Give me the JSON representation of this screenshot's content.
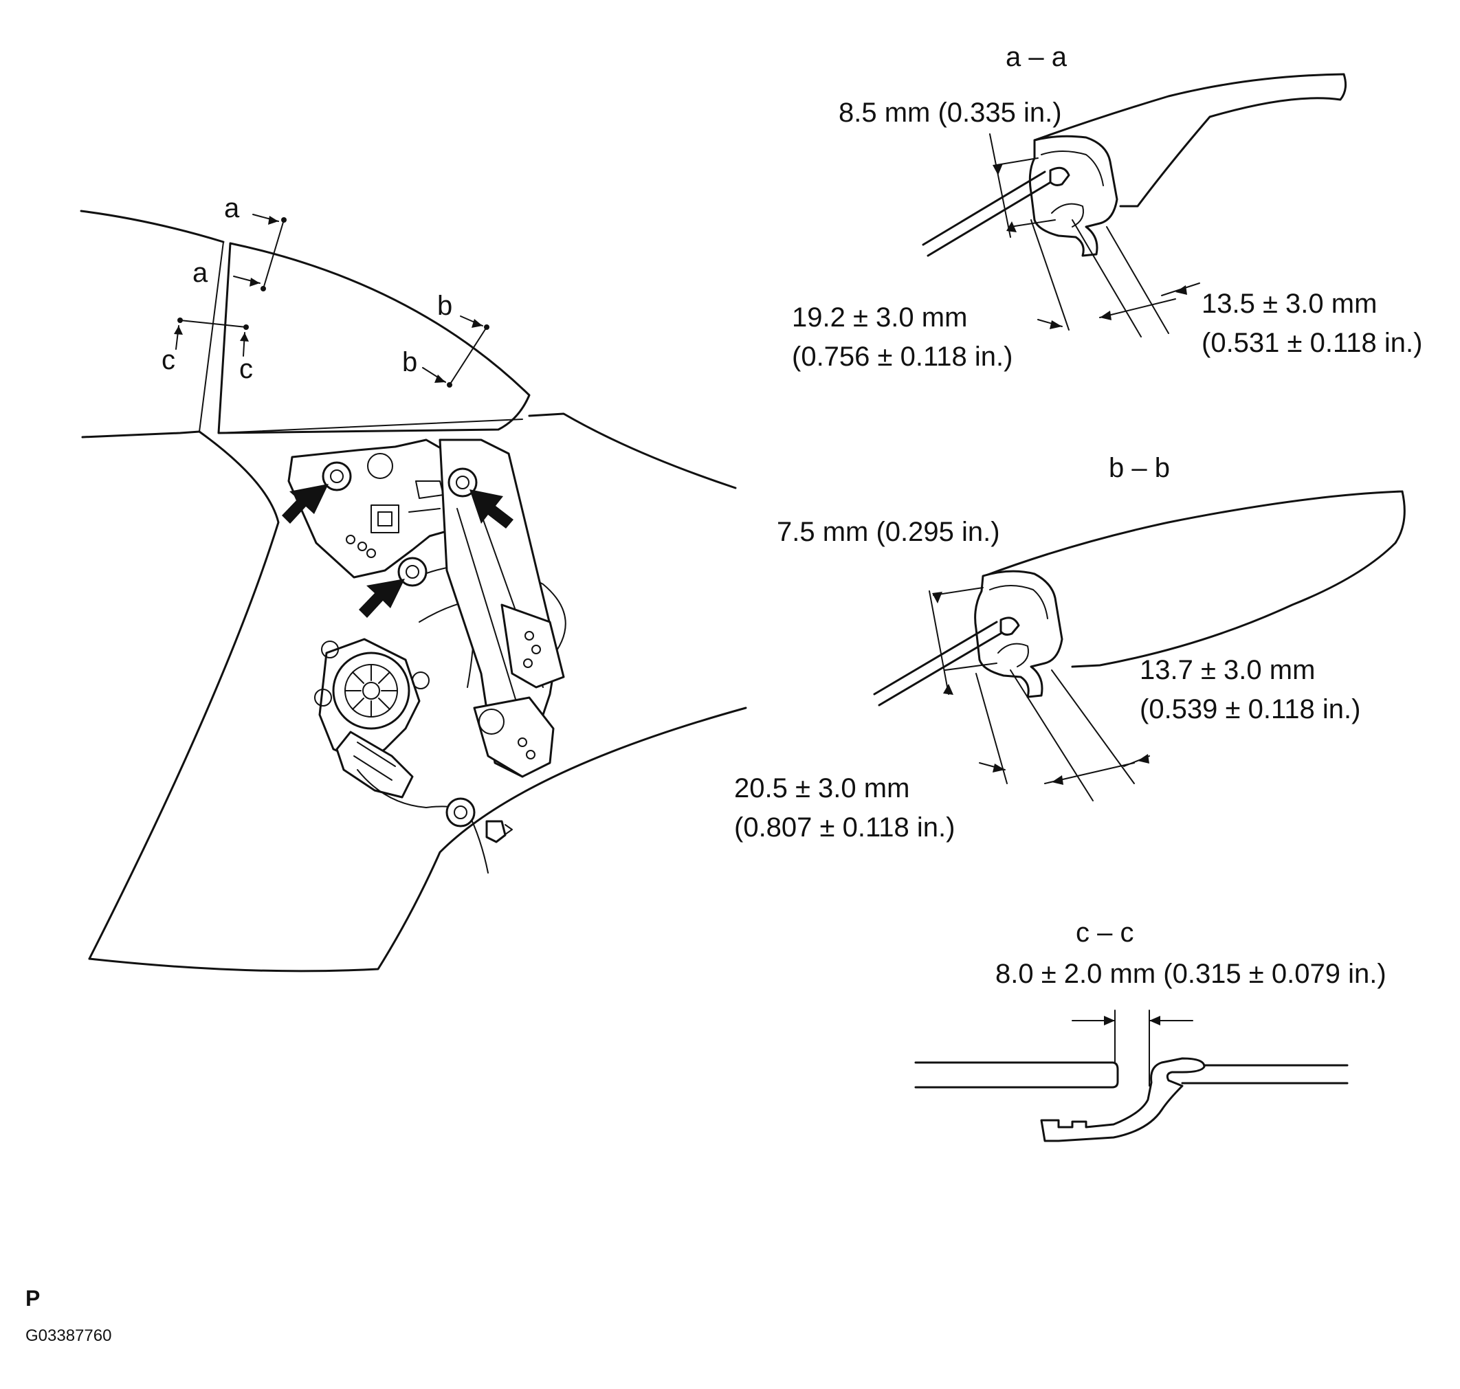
{
  "section_markers": {
    "a": "a",
    "b": "b",
    "c": "c"
  },
  "sections": {
    "aa": {
      "title": "a – a",
      "dim_top": "8.5 mm (0.335 in.)",
      "dim_left_1": "19.2 ± 3.0 mm",
      "dim_left_2": "(0.756 ± 0.118 in.)",
      "dim_right_1": "13.5 ± 3.0 mm",
      "dim_right_2": "(0.531 ± 0.118 in.)"
    },
    "bb": {
      "title": "b – b",
      "dim_top": "7.5 mm (0.295 in.)",
      "dim_left_1": "20.5 ± 3.0 mm",
      "dim_left_2": "(0.807 ± 0.118 in.)",
      "dim_right_1": "13.7 ± 3.0 mm",
      "dim_right_2": "(0.539 ± 0.118 in.)"
    },
    "cc": {
      "title": "c – c",
      "dim": "8.0 ± 2.0 mm (0.315 ± 0.079 in.)"
    }
  },
  "footer": {
    "prefix": "P",
    "code": "G03387760"
  },
  "icons": [
    "installation-arrow-icon"
  ]
}
